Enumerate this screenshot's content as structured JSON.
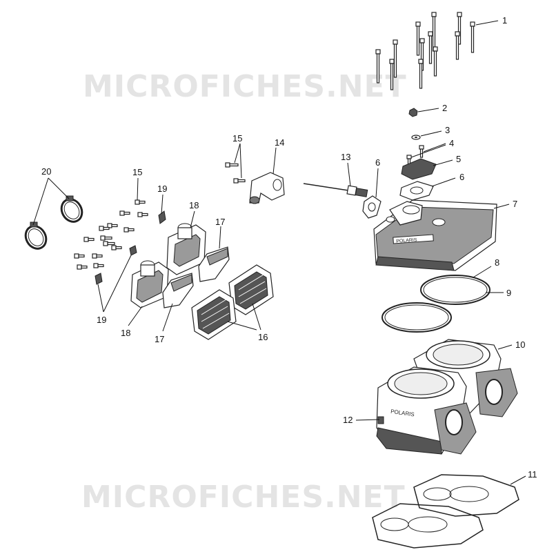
{
  "watermark": {
    "top": "MICROFICHES.NET",
    "bottom": "MICROFICHES.NET"
  },
  "callouts": {
    "c1": "1",
    "c2": "2",
    "c3": "3",
    "c4": "4",
    "c5": "5",
    "c6a": "6",
    "c6b": "6",
    "c7": "7",
    "c8": "8",
    "c9": "9",
    "c10": "10",
    "c11": "11",
    "c12": "12",
    "c13": "13",
    "c14": "14",
    "c15a": "15",
    "c15b": "15",
    "c16": "16",
    "c17a": "17",
    "c17b": "17",
    "c18a": "18",
    "c18b": "18",
    "c19a": "19",
    "c19b": "19",
    "c20": "20"
  },
  "head_stamp": "POLARIS",
  "cylinder_stamp": "POLARIS"
}
